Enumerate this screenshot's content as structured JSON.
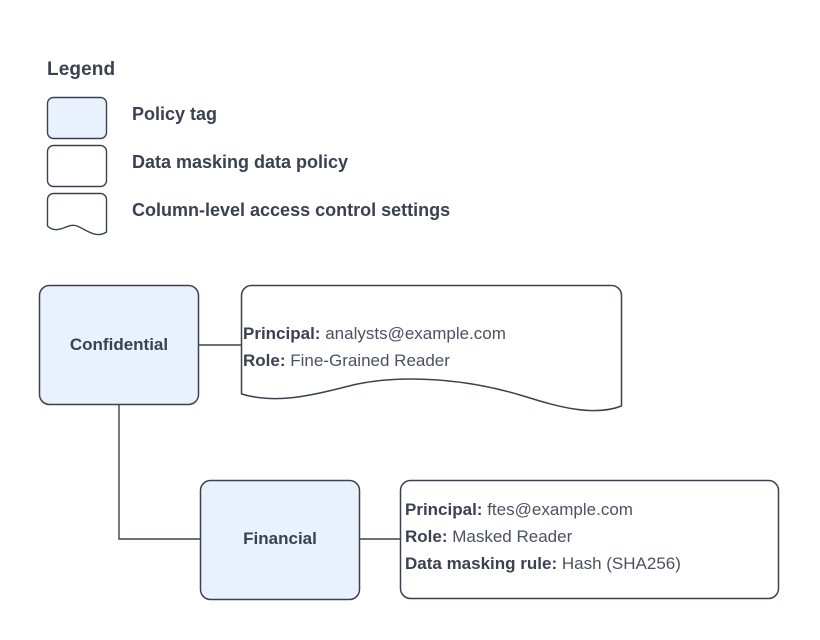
{
  "diagram": {
    "type": "policy-tag-access-control-diagram",
    "background": "#ffffff",
    "colors": {
      "node_fill": "#e9f1fc",
      "node_stroke": "#3a4150",
      "box_fill": "#ffffff",
      "box_stroke": "#3a4150",
      "text": "#3a4150",
      "connector": "#3a4150"
    }
  },
  "legend": {
    "title": "Legend",
    "items": [
      {
        "label": "Policy tag",
        "swatch": "policy-tag-swatch",
        "shape": "rounded-rect",
        "fill": "#e9f1fc"
      },
      {
        "label": "Data masking data policy",
        "swatch": "data-masking-policy-swatch",
        "shape": "rounded-rect",
        "fill": "#ffffff"
      },
      {
        "label": "Column-level access control settings",
        "swatch": "column-access-settings-swatch",
        "shape": "document-wavy-bottom",
        "fill": "#ffffff"
      }
    ]
  },
  "nodes": [
    {
      "id": "confidential",
      "label": "Confidential",
      "kind": "policy-tag"
    },
    {
      "id": "financial",
      "label": "Financial",
      "kind": "policy-tag"
    }
  ],
  "details": [
    {
      "id": "confidential-access-settings",
      "shape": "document-wavy-bottom",
      "attached_to": "confidential",
      "lines": [
        {
          "key": "Principal:",
          "value": "analysts@example.com"
        },
        {
          "key": "Role:",
          "value": "Fine-Grained Reader"
        }
      ]
    },
    {
      "id": "financial-masking-policy",
      "shape": "rounded-rect",
      "attached_to": "financial",
      "lines": [
        {
          "key": "Principal:",
          "value": "ftes@example.com"
        },
        {
          "key": "Role:",
          "value": "Masked Reader"
        },
        {
          "key": "Data masking rule:",
          "value": "Hash (SHA256)"
        }
      ]
    }
  ],
  "connectors": [
    {
      "id": "confidential-to-detail",
      "from": "confidential",
      "to": "confidential-access-settings"
    },
    {
      "id": "confidential-to-financial",
      "from": "confidential",
      "to": "financial"
    },
    {
      "id": "financial-to-detail",
      "from": "financial",
      "to": "financial-masking-policy"
    }
  ]
}
